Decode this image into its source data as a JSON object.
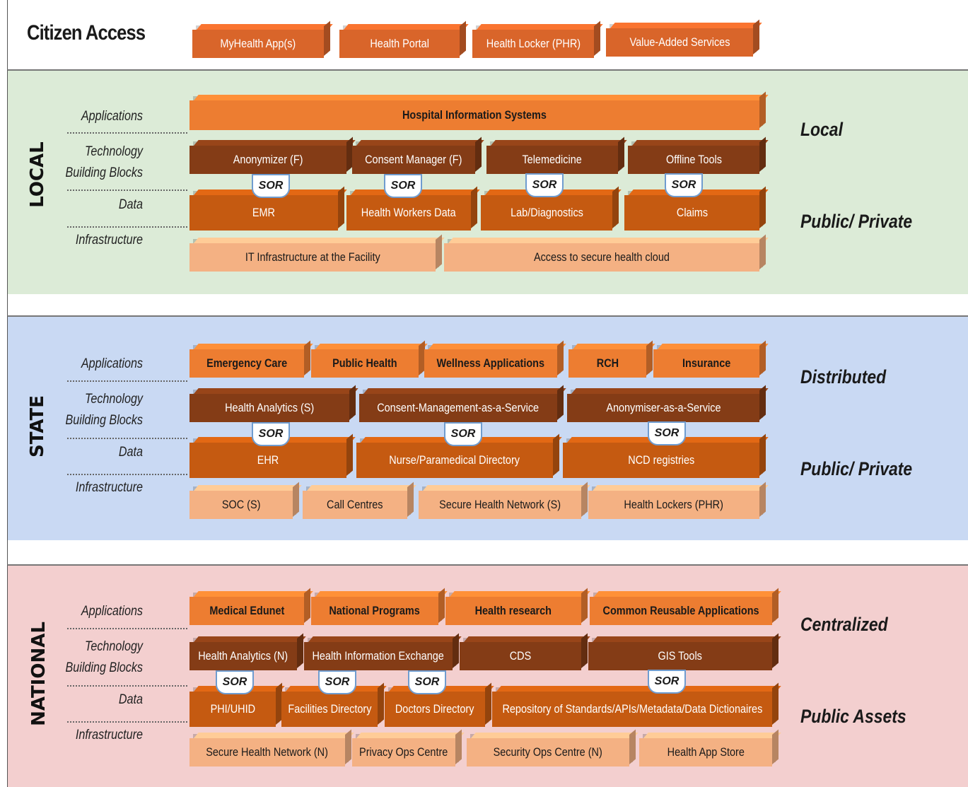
{
  "citizen_access": {
    "title": "Citizen Access",
    "items": [
      "MyHealth App(s)",
      "Health Portal",
      "Health Locker (PHR)",
      "Value-Added Services"
    ]
  },
  "row_labels": {
    "applications": "Applications",
    "technology_1": "Technology",
    "technology_2": "Building Blocks",
    "data": "Data",
    "infrastructure": "Infrastructure"
  },
  "sor_label": "SOR",
  "colors": {
    "applications": "#ed7d31",
    "technology": "#843c16",
    "data": "#c55a11",
    "infrastructure": "#f4b183",
    "local_band": "#dcebd7",
    "state_band": "#c9d9f3",
    "national_band": "#f3cfcf"
  },
  "local": {
    "tier": "LOCAL",
    "right_top": "Local",
    "right_bottom": "Public/ Private",
    "applications": [
      "Hospital Information Systems"
    ],
    "technology": [
      "Anonymizer (F)",
      "Consent Manager (F)",
      "Telemedicine",
      "Offline Tools"
    ],
    "data": [
      "EMR",
      "Health Workers Data",
      "Lab/Diagnostics",
      "Claims"
    ],
    "infrastructure": [
      "IT Infrastructure at the Facility",
      "Access to secure health cloud"
    ]
  },
  "state": {
    "tier": "STATE",
    "right_top": "Distributed",
    "right_bottom": "Public/ Private",
    "applications": [
      "Emergency Care",
      "Public Health",
      "Wellness Applications",
      "RCH",
      "Insurance"
    ],
    "technology": [
      "Health Analytics (S)",
      "Consent-Management-as-a-Service",
      "Anonymiser-as-a-Service"
    ],
    "data": [
      "EHR",
      "Nurse/Paramedical Directory",
      "NCD registries"
    ],
    "infrastructure": [
      "SOC (S)",
      "Call Centres",
      "Secure Health Network (S)",
      "Health Lockers (PHR)"
    ]
  },
  "national": {
    "tier": "NATIONAL",
    "right_top": "Centralized",
    "right_bottom": "Public Assets",
    "applications": [
      "Medical Edunet",
      "National Programs",
      "Health research",
      "Common Reusable Applications"
    ],
    "technology": [
      "Health Analytics (N)",
      "Health Information Exchange",
      "CDS",
      "GIS Tools"
    ],
    "data": [
      "PHI/UHID",
      "Facilities Directory",
      "Doctors Directory",
      "Repository of Standards/APIs/Metadata/Data Dictionaires"
    ],
    "infrastructure": [
      "Secure Health Network (N)",
      "Privacy Ops Centre",
      "Security Ops Centre (N)",
      "Health App Store"
    ]
  }
}
